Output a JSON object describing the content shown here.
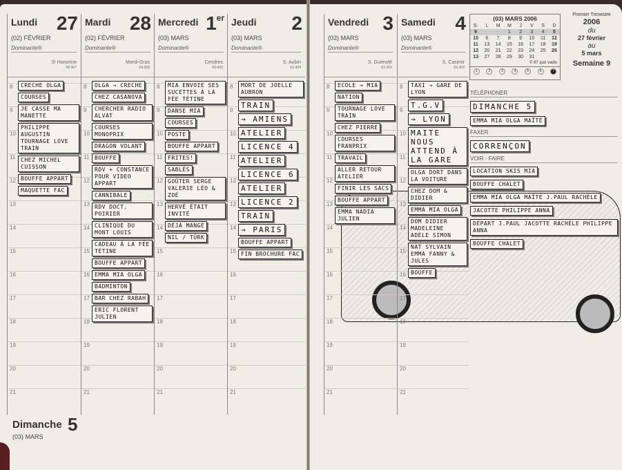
{
  "left_page": {
    "days": [
      {
        "name": "Lundi",
        "num": "27",
        "month": "(02) FÉVRIER",
        "dominante": "Dominante®",
        "saint": "Sᵗ Honorine",
        "code": "58-307"
      },
      {
        "name": "Mardi",
        "num": "28",
        "month": "(02) FÉVRIER",
        "dominante": "Dominante®",
        "saint": "Mardi-Gras",
        "code": "59-306"
      },
      {
        "name": "Mercredi",
        "num": "1",
        "num_sup": "er",
        "month": "(03) MARS",
        "dominante": "Dominante®",
        "saint": "Cendres",
        "code": "60-305"
      },
      {
        "name": "Jeudi",
        "num": "2",
        "month": "(03) MARS",
        "dominante": "Dominante®",
        "saint": "S. Aubin",
        "code": "61-304"
      }
    ],
    "sunday": {
      "name": "Dimanche",
      "num": "5",
      "month": "(03) MARS"
    }
  },
  "right_page": {
    "days": [
      {
        "name": "Vendredi",
        "num": "3",
        "month": "(03) MARS",
        "dominante": "Dominante®",
        "saint": "S. Guénolé",
        "code": "62-303"
      },
      {
        "name": "Samedi",
        "num": "4",
        "month": "(03) MARS",
        "dominante": "Dominante®",
        "saint": "S. Casimir",
        "code": "63-302"
      }
    ],
    "mini_calendar": {
      "title": "(03) MARS 2006",
      "headers": [
        "S.",
        "L",
        "M",
        "M",
        "J",
        "V",
        "S",
        "D"
      ],
      "rows": [
        [
          "9",
          "",
          "",
          "1",
          "2",
          "3",
          "4",
          "5"
        ],
        [
          "10",
          "6",
          "7",
          "8",
          "9",
          "10",
          "11",
          "12"
        ],
        [
          "11",
          "13",
          "14",
          "15",
          "16",
          "17",
          "18",
          "19"
        ],
        [
          "12",
          "20",
          "21",
          "22",
          "23",
          "24",
          "25",
          "26"
        ],
        [
          "13",
          "27",
          "28",
          "29",
          "30",
          "31",
          "",
          ""
        ]
      ],
      "copyright": "© 87 quo vadis",
      "weekday_circles": [
        "1",
        "2",
        "3",
        "4",
        "5",
        "6",
        "7"
      ]
    },
    "trimestre": {
      "label": "Premier Trimestre",
      "year": "2006",
      "du": "du",
      "start": "27 février",
      "au": "au",
      "end": "5 mars",
      "week": "Semaine 9"
    },
    "labels": {
      "telephoner": "TÉLÉPHONER",
      "faxer": "FAXER",
      "voir_faire": "VOIR - FAIRE"
    }
  },
  "hours": [
    "8",
    "9",
    "10",
    "11",
    "12",
    "13",
    "14",
    "15",
    "16",
    "17",
    "18",
    "19",
    "20",
    "21"
  ],
  "notes": [
    "CRECHE OLGA",
    "COURSES",
    "JE CASSE MA MANETTE",
    "PHILIPPE AUGUSTIN TOURNAGE LOVE TRAIN",
    "CHEZ MICHEL CUISSON",
    "BOUFFE APPART",
    "MAQUETTE FAC",
    "OLGA → CRECHE",
    "CHEZ CASANOVA",
    "CHERCHER RADIO ALVAT",
    "COURSES MONOPRIX",
    "DRAGON VOLANT",
    "BOUFFE",
    "RDV + CONSTANCE POUR VIDEO APPART",
    "CANNIBALE",
    "RDV DOCT. POIRIER",
    "CLINIQUE DU MONT LOUIS",
    "CADEAU À LA FÉE TÉTINE",
    "BOUFFE APPART",
    "EMMA MIA OLGA",
    "BADMINTON",
    "BAR CHEZ RABAH",
    "ERIC FLORENT JULIEN",
    "MIA ENVOIE SES SUCETTES À LA FÉE TÉTINE",
    "DANSE MIA",
    "COURSES",
    "POSTE",
    "BOUFFE APPART",
    "FRITES!",
    "SABLÉS",
    "GOÛTER SERGE VALERIE LÉO & ZOÉ",
    "HERVÉ ÉTAIT INVITÉ",
    "DÉJÀ MANGÉ",
    "NIL / TÜRK",
    "MORT DE JOELLE AUBRON",
    "TRAIN",
    "→ AMIENS",
    "ATELIER",
    "LICENCE 4",
    "ATELIER",
    "LICENCE 6",
    "ATELIER",
    "LICENCE 2",
    "TRAIN",
    "→ PARIS",
    "BOUFFE APPART",
    "FIN BROCHURE FAC",
    "ECOLE → MIA",
    "NATION",
    "TOURNAGE LOVE TRAIN",
    "CHEZ PIERRE",
    "COURSES FRANPRIX",
    "TRAVAIL",
    "ALLER RETOUR ATELIER",
    "FINIR LES SACS",
    "BOUFFE APPART",
    "EMMA NADIA JULIEN",
    "TAXI → GARE DE LYON",
    "T.G.V",
    "→ LYON",
    "MAITE NOUS ATTEND À LA GARE",
    "OLGA DORT DANS LA VOITURE",
    "CHEZ DOM & DIDIER",
    "EMMA MIA OLGA",
    "DOM DIDIER MADELEINE ADÈLE SIMON",
    "NAT SYLVAIN EMMA FANNY & JULES",
    "BOUFFE",
    "DIMANCHE 5",
    "EMMA MIA OLGA MAÏTÉ",
    "CORRENÇON",
    "LOCATION SKIS MIA",
    "BOUFFE CHALET",
    "EMMA MIA OLGA MAÏTÉ J.PAUL RACHÈLE",
    "JACOTTE PHILIPPE ANNA",
    "DÉPART J.PAUL JACOTTE RACHÈLE PHILIPPE ANNA",
    "BOUFFE CHALET"
  ]
}
